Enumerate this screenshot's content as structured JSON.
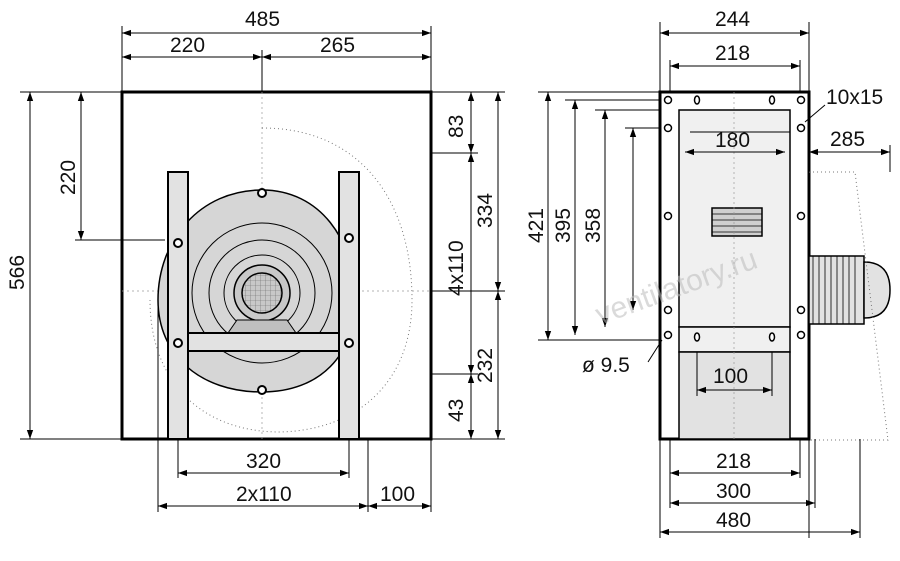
{
  "front_view": {
    "dims": {
      "overall_width": "485",
      "left_width": "220",
      "right_width": "265",
      "overall_height": "566",
      "left_height": "220",
      "top_offset": "83",
      "upper_right_height": "334",
      "bolt_pitch": "4x110",
      "lower_right_height": "232",
      "bottom_offset": "43",
      "bottom_span": "320",
      "bottom_pitch": "2x110",
      "bottom_margin": "100"
    }
  },
  "side_view": {
    "dims": {
      "overall_width": "244",
      "inner_width": "218",
      "hole_note": "10x15",
      "motor_offset": "285",
      "inner_span": "180",
      "height_421": "421",
      "height_395": "395",
      "height_358": "358",
      "hole_diameter": "ø 9.5",
      "base_inner": "100",
      "base_218": "218",
      "base_300": "300",
      "base_480": "480"
    }
  },
  "watermark": "ventilatory.ru",
  "colors": {
    "panel": "#e2e2e2",
    "outline": "#000000",
    "grille": "#b5b5b5"
  }
}
